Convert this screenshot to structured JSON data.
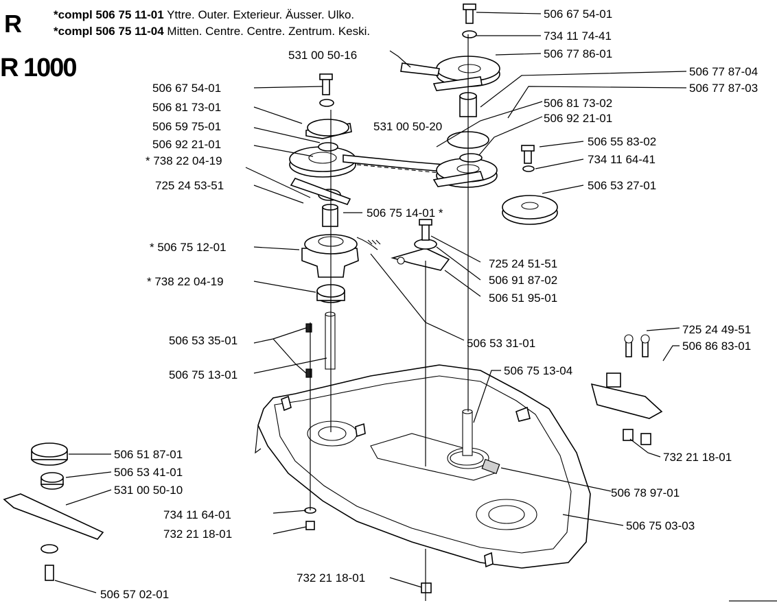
{
  "header": {
    "letter": "R",
    "model": "R 1000",
    "line1_code": "*compl 506 75 11-01",
    "line1_text": "Yttre. Outer. Exterieur. Äusser. Ulko.",
    "line2_code": "*compl 506 75 11-04",
    "line2_text": "Mitten. Centre. Centre. Zentrum. Keski."
  },
  "labels": [
    "506 67 54-01",
    "734 11 74-41",
    "531 00 50-16",
    "506 77 86-01",
    "506 77 87-04",
    "506 77 87-03",
    "506 67 54-01",
    "506 81 73-01",
    "506 59 75-01",
    "506 92 21-01",
    "* 738 22 04-19",
    "725 24 53-51",
    "531 00 50-20",
    "506 81 73-02",
    "506 92 21-01",
    "506 55 83-02",
    "734 11 64-41",
    "506 53 27-01",
    "506 75 14-01 *",
    "* 506 75 12-01",
    "* 738 22 04-19",
    "725 24 51-51",
    "506 91 87-02",
    "506 51 95-01",
    "506 53 31-01",
    "506 53 35-01",
    "506 75 13-01",
    "725 24 49-51",
    "506 86 83-01",
    "506 75 13-04",
    "732 21 18-01",
    "506 51 87-01",
    "506 53 41-01",
    "531 00 50-10",
    "506 78 97-01",
    "506 75 03-03",
    "734 11 64-01",
    "732 21  18-01",
    "732 21 18-01",
    "506 57 02-01"
  ]
}
